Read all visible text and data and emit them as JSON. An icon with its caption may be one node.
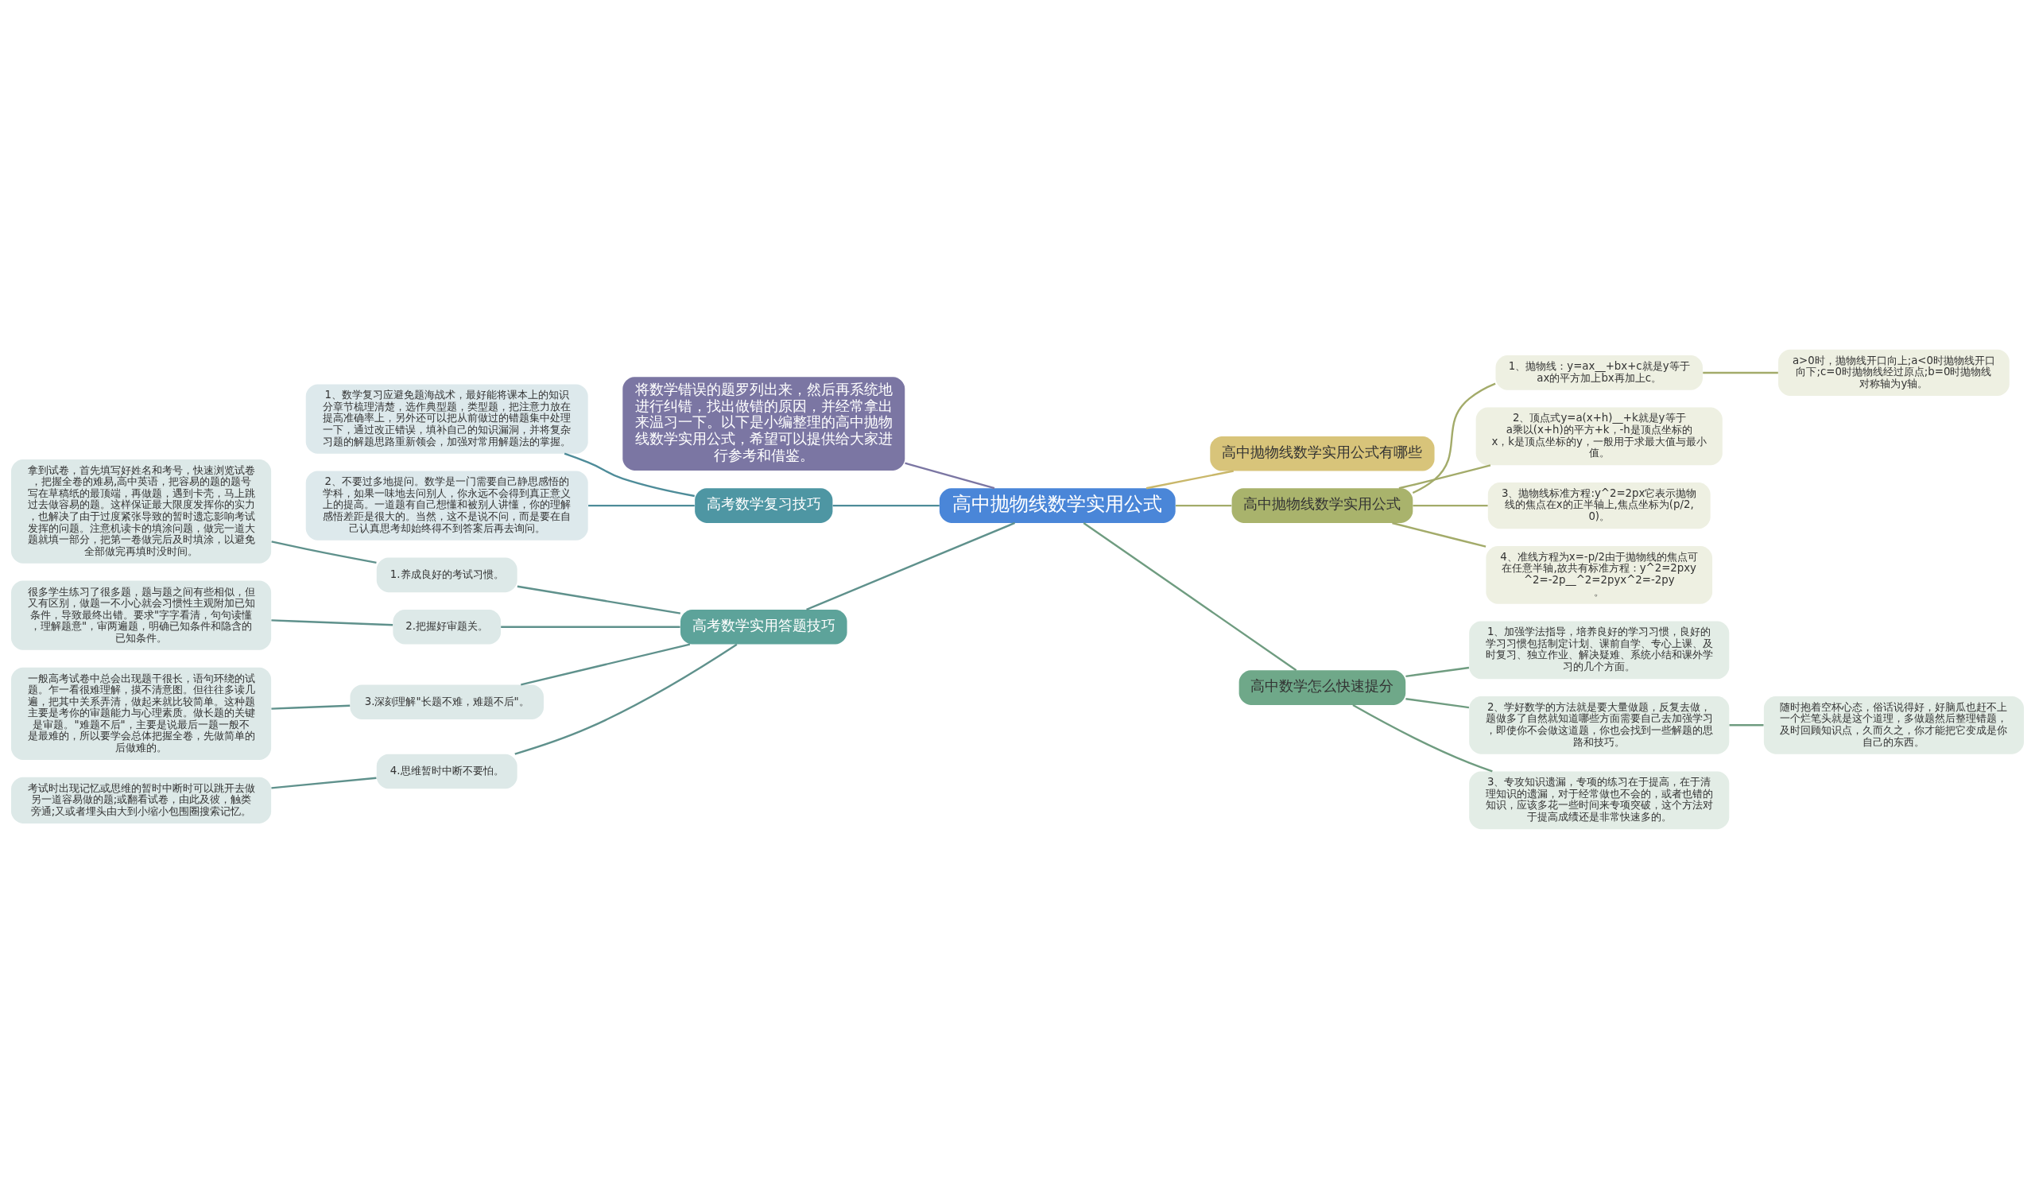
{
  "diagram": {
    "nodes": [
      {
        "text": [
          "高中抛物线数学实用公式"
        ]
      },
      {
        "text": [
          "将数学错误的题罗列出来，然后再系统地进行纠错，找出做错的原因，并经常拿出来温习一下。以下是小编整理的高中抛物线数学实用公式，希望可以提供给大家进行参考和借鉴。"
        ]
      },
      {
        "text": [
          "高考数学复习技巧"
        ]
      },
      {
        "text": [
          "1、数学复习应避免题海战术，最好能将课本上的知识分章节梳理清楚，选作典型题，类型题，把注意力放在提高准确率上，另外还可以把从前做过的错题集中处理一下，通过改正错误，填补自己的知识漏洞，并将复杂习题的解题思路重新领会，加强对常用解题法的掌握。"
        ]
      },
      {
        "text": [
          "2、不要过多地提问。数学是一门需要自己静思感悟的学科，如果一味地去问别人，你永远不会得到真正意义上的提高。一道题有自己想懂和被别人讲懂，你的理解感悟差距是很大的。当然，这不是说不问，而是要在自己认真思考却始终得不到答案后再去询问。"
        ]
      },
      {
        "text": [
          "高考数学实用答题技巧"
        ]
      },
      {
        "text": [
          "1.养成良好的考试习惯。"
        ]
      },
      {
        "text": [
          "拿到试卷，首先填写好姓名和考号，快速浏览试卷，把握全卷的难易,高中英语，把容易的题的题号写在草稿纸的最顶端，再做题，遇到卡壳，马上跳过去做容易的题。这样保证最大限度发挥你的实力，也解决了由于过度紧张导致的暂时遗忘影响考试发挥的问题。注意机读卡的填涂问题，做完一道大题就填一部分，把第一卷做完后及时填涂，以避免全部做完再填时没时间。"
        ]
      },
      {
        "text": [
          "2.把握好审题关。"
        ]
      },
      {
        "text": [
          "很多学生练习了很多题，题与题之间有些相似，但又有区别，做题一不小心就会习惯性主观附加已知条件，导致最终出错。要求\"字字看清，句句读懂，理解题意\"，审两遍题，明确已知条件和隐含的已知条件。"
        ]
      },
      {
        "text": [
          "3.深刻理解\"长题不难，难题不后\"。"
        ]
      },
      {
        "text": [
          "一般高考试卷中总会出现题干很长，语句环绕的试题。乍一看很难理解，摸不清意图。但往往多读几遍，把其中关系弄清，做起来就比较简单。这种题主要是考你的审题能力与心理素质。做长题的关键是审题。\"难题不后\"，主要是说最后一题一般不是最难的，所以要学会总体把握全卷，先做简单的后做难的。"
        ]
      },
      {
        "text": [
          "4.思维暂时中断不要怕。"
        ]
      },
      {
        "text": [
          "考试时出现记忆或思维的暂时中断时可以跳开去做另一道容易做的题;或翻看试卷，由此及彼，触类旁通;又或者埋头由大到小缩小包围圈搜索记忆。"
        ]
      },
      {
        "text": [
          "高中抛物线数学实用公式有哪些"
        ]
      },
      {
        "text": [
          "高中抛物线数学实用公式"
        ]
      },
      {
        "text": [
          "1、抛物线：y=ax__+bx+c就是y等于ax的平方加上bx再加上c。"
        ]
      },
      {
        "text": [
          "a>0时，抛物线开口向上;a<0时抛物线开口向下;c=0时抛物线经过原点;b=0时抛物线对称轴为y轴。"
        ]
      },
      {
        "text": [
          "2、顶点式y=a(x+h)__+k就是y等于a乘以(x+h)的平方+k，-h是顶点坐标的x，k是顶点坐标的y，一般用于求最大值与最小值。"
        ]
      },
      {
        "text": [
          "3、抛物线标准方程:y^2=2px它表示抛物线的焦点在x的正半轴上,焦点坐标为(p/2,0)。"
        ]
      },
      {
        "text": [
          "4、准线方程为x=-p/2由于抛物线的焦点可在任意半轴,故共有标准方程：y^2=2pxy^2=-2p__^2=2pyx^2=-2py。"
        ]
      },
      {
        "text": [
          "高中数学怎么快速提分"
        ]
      },
      {
        "text": [
          "1、加强学法指导，培养良好的学习习惯，良好的学习习惯包括制定计划、课前自学、专心上课、及时复习、独立作业、解决疑难、系统小结和课外学习的几个方面。"
        ]
      },
      {
        "text": [
          "2、学好数学的方法就是要大量做题，反复去做，题做多了自然就知道哪些方面需要自己去加强学习，即使你不会做这道题，你也会找到一些解题的思路和技巧。"
        ]
      },
      {
        "text": [
          "随时抱着空杯心态，俗话说得好，好脑瓜也赶不上一个烂笔头就是这个道理，多做题然后整理错题，及时回顾知识点，久而久之，你才能把它变成是你自己的东西。"
        ]
      },
      {
        "text": [
          "3、专攻知识遗漏，专项的练习在于提高，在于清理知识的遗漏，对于经常做也不会的，或者也错的知识，应该多花一些时间来专项突破，这个方法对于提高成绩还是非常快速多的。"
        ]
      }
    ],
    "edges": [
      {
        "from": 0,
        "to": 1,
        "arrow": "none",
        "color": "#7b76a3"
      },
      {
        "from": 0,
        "to": 2,
        "arrow": "none",
        "color": "#4e8c99"
      },
      {
        "from": 2,
        "to": 3,
        "arrow": "none",
        "color": "#4e8c99"
      },
      {
        "from": 2,
        "to": 4,
        "arrow": "none",
        "color": "#4e8c99"
      },
      {
        "from": 0,
        "to": 5,
        "arrow": "none",
        "color": "#5f918c"
      },
      {
        "from": 5,
        "to": 6,
        "arrow": "none",
        "color": "#5f918c"
      },
      {
        "from": 6,
        "to": 7,
        "arrow": "none",
        "color": "#5f918c"
      },
      {
        "from": 5,
        "to": 8,
        "arrow": "none",
        "color": "#5f918c"
      },
      {
        "from": 8,
        "to": 9,
        "arrow": "none",
        "color": "#5f918c"
      },
      {
        "from": 5,
        "to": 10,
        "arrow": "none",
        "color": "#5f918c"
      },
      {
        "from": 10,
        "to": 11,
        "arrow": "none",
        "color": "#5f918c"
      },
      {
        "from": 5,
        "to": 12,
        "arrow": "none",
        "color": "#5f918c"
      },
      {
        "from": 12,
        "to": 13,
        "arrow": "none",
        "color": "#5f918c"
      },
      {
        "from": 0,
        "to": 14,
        "arrow": "none",
        "color": "#c9b76a"
      },
      {
        "from": 0,
        "to": 15,
        "arrow": "none",
        "color": "#a3ab6a"
      },
      {
        "from": 15,
        "to": 16,
        "arrow": "none",
        "color": "#a3ab6a"
      },
      {
        "from": 16,
        "to": 17,
        "arrow": "none",
        "color": "#a3ab6a"
      },
      {
        "from": 15,
        "to": 18,
        "arrow": "none",
        "color": "#a3ab6a"
      },
      {
        "from": 15,
        "to": 19,
        "arrow": "none",
        "color": "#a3ab6a"
      },
      {
        "from": 15,
        "to": 20,
        "arrow": "none",
        "color": "#a3ab6a"
      },
      {
        "from": 0,
        "to": 21,
        "arrow": "none",
        "color": "#6f9c80"
      },
      {
        "from": 21,
        "to": 22,
        "arrow": "none",
        "color": "#6f9c80"
      },
      {
        "from": 21,
        "to": 23,
        "arrow": "none",
        "color": "#6f9c80"
      },
      {
        "from": 23,
        "to": 24,
        "arrow": "none",
        "color": "#6f9c80"
      },
      {
        "from": 21,
        "to": 25,
        "arrow": "none",
        "color": "#6f9c80"
      }
    ]
  }
}
